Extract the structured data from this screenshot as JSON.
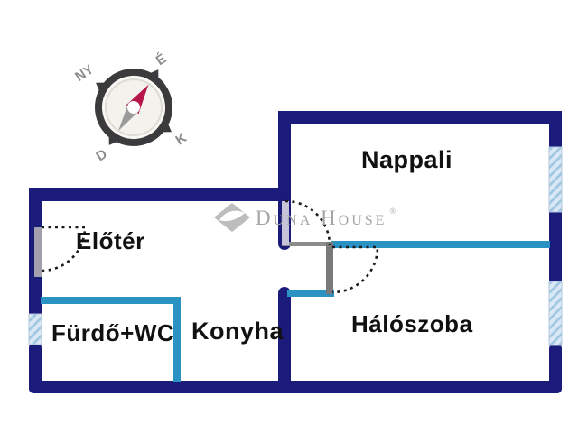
{
  "plan": {
    "rooms": {
      "nappali": "Nappali",
      "eloter": "Előtér",
      "furdo_wc": "Fürdő+WC",
      "konyha": "Konyha",
      "haloszoba": "Hálószoba"
    }
  },
  "compass": {
    "north": "É",
    "west": "NY",
    "east": "K",
    "south": "D"
  },
  "watermark": {
    "brand": "Duna House",
    "mark": "®"
  },
  "colors": {
    "outer_wall": "#1b1b7c",
    "partition_wall": "#2b92c4",
    "window_fill": "#d9e8f4",
    "window_stripe": "#9fc6e0",
    "door_arc": "#1c1c1c",
    "compass_needle": "#b5174a",
    "compass_ring": "#3b3b3d"
  }
}
